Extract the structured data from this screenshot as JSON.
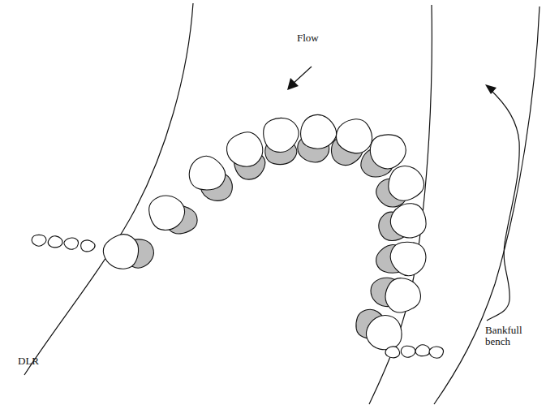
{
  "diagram": {
    "labels": [
      "Flow",
      "DLR",
      "Bankfull bench"
    ]
  }
}
